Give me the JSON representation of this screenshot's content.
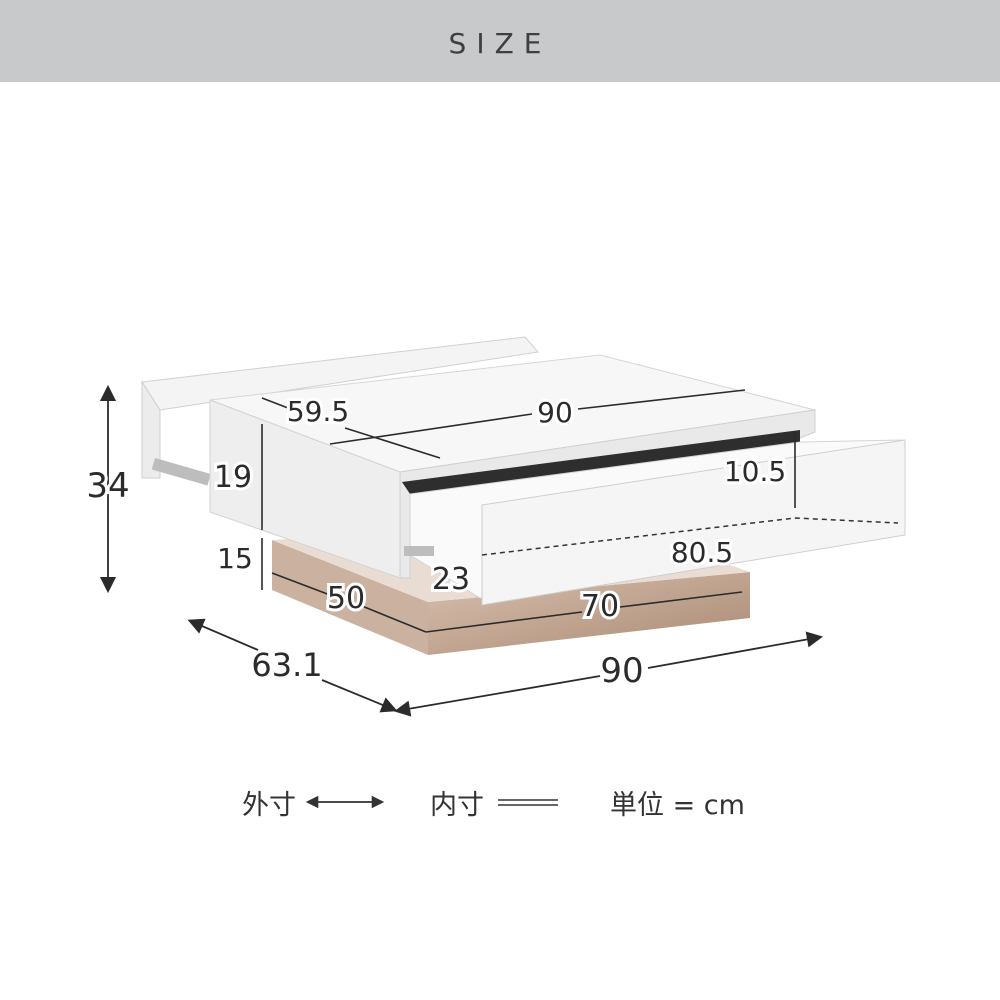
{
  "header": {
    "title": "SIZE"
  },
  "dimensions": {
    "total_height": "34",
    "depth": "63.1",
    "width": "90",
    "top_depth": "59.5",
    "top_width": "90",
    "top_height": "19",
    "base_height": "15",
    "drawer_height": "10.5",
    "drawer_length": "80.5",
    "drawer_inner": "23",
    "base_depth": "50",
    "base_width": "70"
  },
  "legend": {
    "outer": "外寸",
    "inner": "内寸",
    "unit": "単位 = cm"
  },
  "colors": {
    "header_bg": "#c8c9ca",
    "table_white": "#f3f3f3",
    "base_wood": "#b89a85"
  }
}
